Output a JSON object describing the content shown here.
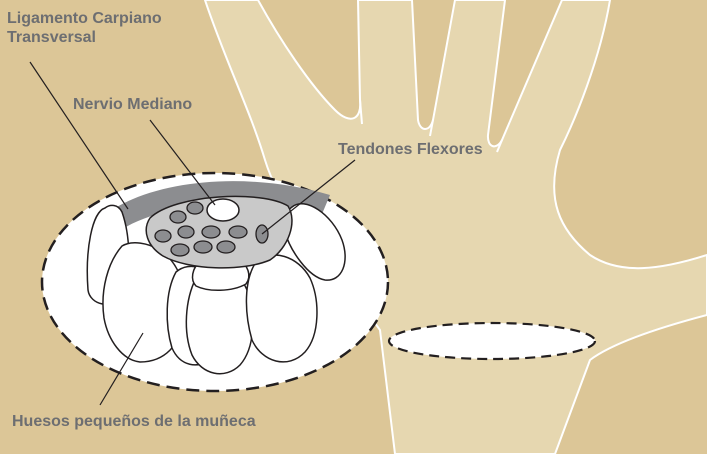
{
  "labels": {
    "ligament_line1": "Ligamento Carpiano",
    "ligament_line2": "Transversal",
    "nerve": "Nervio Mediano",
    "tendons": "Tendones Flexores",
    "bones": "Huesos pequeños de la muñeca"
  },
  "colors": {
    "background": "#dcc697",
    "hand_fill": "#e6d7b0",
    "hand_outline": "#ffffff",
    "label_text": "#6d6e71",
    "ligament": "#8c8d90",
    "tunnel": "#c9c9c9",
    "tendon": "#8c8d90",
    "bone_fill": "#ffffff",
    "outline": "#231f20"
  }
}
